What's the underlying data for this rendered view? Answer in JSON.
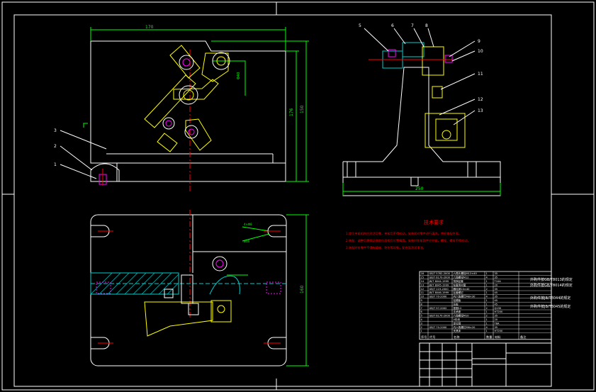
{
  "notes": {
    "title": "技术要求",
    "lines": [
      "1.定位夹紧机构应灵活可靠，夹紧后不得松动，安装前对零件进行清洗，并检查配合面。",
      "2.装配、调整后需保证各定位面相互位置精度，安装时各紧固件应拧紧，螺栓、螺母不得松动。",
      "3.装配时各零件不得有磕碰、划伤等现象，配合面涂润滑油。"
    ]
  },
  "side_notes": [
    "外购件按GB/T8013的规定",
    "外购件按GB/T8014的规定",
    "外购件按JB/T8044的规定",
    "外购件按JB/T8045的规定"
  ],
  "bom": {
    "headers": [
      "序号",
      "代号",
      "名称",
      "数量",
      "材料",
      "备注"
    ],
    "rows": [
      [
        "16",
        "GB/T 5782-2000",
        "六角头螺栓M12×40",
        "1",
        "35"
      ],
      [
        "15",
        "GB/T 6170-2000",
        "六角螺母M12",
        "4",
        "35"
      ],
      [
        "14",
        "JB/T 8044-1999",
        "快换钻套",
        "1",
        "T10A"
      ],
      [
        "13",
        "JB/T 8045-1999",
        "钻套用衬套",
        "1",
        "20"
      ],
      [
        "12",
        "GB/T 119-2000",
        "圆柱销10×40",
        "2",
        "35"
      ],
      [
        "11",
        "JB/T 8046-1999",
        "钻套螺钉",
        "1",
        "45"
      ],
      [
        "10",
        "GB/T 70-2000",
        "内六角螺钉M8×30",
        "4",
        "35"
      ],
      [
        "9",
        "",
        "钻模板",
        "1",
        "45"
      ],
      [
        "8",
        "",
        "压板",
        "1",
        "45"
      ],
      [
        "7",
        "GB/T 97-2002",
        "垫圈12",
        "2",
        "Q235"
      ],
      [
        "6",
        "",
        "支承座",
        "1",
        "HT200"
      ],
      [
        "5",
        "GB/T 6170-2000",
        "六角螺母M10",
        "2",
        "35"
      ],
      [
        "4",
        "",
        "V形块",
        "1",
        "20"
      ],
      [
        "3",
        "",
        "定位销",
        "1",
        "T8A"
      ],
      [
        "2",
        "GB/T 70-2000",
        "内六角螺钉M6×20",
        "4",
        "35"
      ],
      [
        "1",
        "",
        "夹具体",
        "1",
        "HT200"
      ]
    ]
  },
  "callouts_left": [
    "3",
    "2",
    "1"
  ],
  "callouts_right": [
    "5",
    "6",
    "7",
    "8",
    "9",
    "10",
    "11",
    "12",
    "13"
  ],
  "dims": {
    "top_width": "170",
    "right_h1": "176",
    "right_h2": "150",
    "side_width": "250",
    "plan_h": "160",
    "plan_top": "4×Φ8",
    "plan_mid": "Φ10",
    "small_right": "Φ40"
  },
  "colors": {
    "background": "#000000",
    "outline": "#ffffff",
    "dimension": "#00ff00",
    "centerline": "#ff0000",
    "part": "#ffff00",
    "section": "#00c8c8",
    "accent": "#ff00ff"
  }
}
